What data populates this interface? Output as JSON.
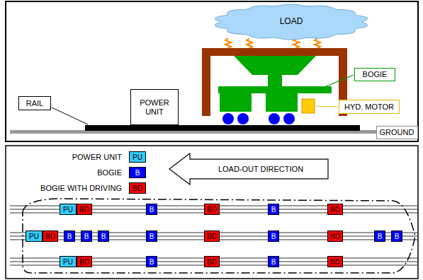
{
  "diagram": {
    "nodes": [
      {
        "text": [
          "LOAD"
        ]
      },
      {
        "text": [
          "RAIL"
        ]
      },
      {
        "text": [
          "POWER UNIT"
        ]
      },
      {
        "text": [
          "BOGIE"
        ]
      },
      {
        "text": [
          "HYD. MOTOR"
        ]
      },
      {
        "text": [
          "GROUND"
        ]
      },
      {
        "text": [
          "LOAD-OUT DIRECTION"
        ]
      },
      {
        "text": [
          "PU"
        ]
      },
      {
        "text": [
          "BD"
        ]
      },
      {
        "text": [
          "B"
        ]
      },
      {
        "text": [
          "BD"
        ]
      },
      {
        "text": [
          "B"
        ]
      },
      {
        "text": [
          "BD"
        ]
      },
      {
        "text": [
          "PU"
        ]
      },
      {
        "text": [
          "BD"
        ]
      },
      {
        "text": [
          "B"
        ]
      },
      {
        "text": [
          "B"
        ]
      },
      {
        "text": [
          "B"
        ]
      },
      {
        "text": [
          "B"
        ]
      },
      {
        "text": [
          "BD"
        ]
      },
      {
        "text": [
          "B"
        ]
      },
      {
        "text": [
          "BD"
        ]
      },
      {
        "text": [
          "B"
        ]
      },
      {
        "text": [
          "B"
        ]
      },
      {
        "text": [
          "PU"
        ]
      },
      {
        "text": [
          "BD"
        ]
      },
      {
        "text": [
          "B"
        ]
      },
      {
        "text": [
          "BD"
        ]
      },
      {
        "text": [
          "B"
        ]
      },
      {
        "text": [
          "BD"
        ]
      }
    ],
    "labels": [
      "PU",
      "B",
      "BD"
    ],
    "legend": [
      {
        "text": "POWER UNIT",
        "color": "#33ccff"
      },
      {
        "text": "BOGIE",
        "color": "#0000ff"
      },
      {
        "text": "BOGIE WITH DRIVING",
        "color": "#ff0000"
      }
    ]
  }
}
